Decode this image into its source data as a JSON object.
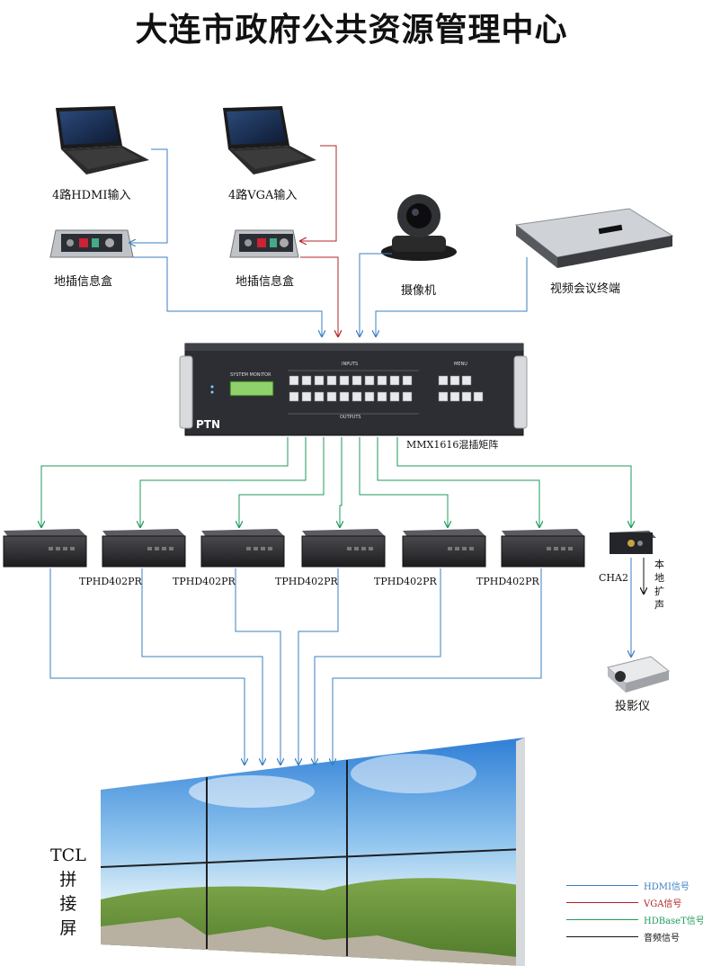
{
  "title": "大连市政府公共资源管理中心",
  "devices": {
    "laptop_hdmi": "4路HDMI输入",
    "laptop_vga": "4路VGA输入",
    "floorbox_1": "地插信息盒",
    "floorbox_2": "地插信息盒",
    "camera": "摄像机",
    "vc_terminal": "视频会议终端",
    "matrix": "MMX1616混插矩阵",
    "matrix_brand": "PTN",
    "matrix_panel_inputs": "INPUTS",
    "matrix_panel_outputs": "OUTPUTS",
    "matrix_panel_menu": "MENU",
    "matrix_panel_monitor": "SYSTEM MONITOR",
    "receivers": [
      "TPHD402PR",
      "TPHD402PR",
      "TPHD402PR",
      "TPHD402PR",
      "TPHD402PR"
    ],
    "cha2": "CHA2",
    "local_pa": [
      "本",
      "地",
      "扩",
      "声"
    ],
    "projector": "投影仪",
    "video_wall": [
      "TCL",
      "拼",
      "接",
      "屏"
    ]
  },
  "legend": [
    {
      "label": "HDMI信号",
      "color": "#3a7fc0"
    },
    {
      "label": "VGA信号",
      "color": "#b02424"
    },
    {
      "label": "HDBaseT信号",
      "color": "#1f9a5c"
    },
    {
      "label": "音频信号",
      "color": "#111111"
    }
  ],
  "colors": {
    "hdmi": "#3a7fc0",
    "vga": "#b02424",
    "hdbaset": "#1f9a5c",
    "audio": "#111111"
  }
}
